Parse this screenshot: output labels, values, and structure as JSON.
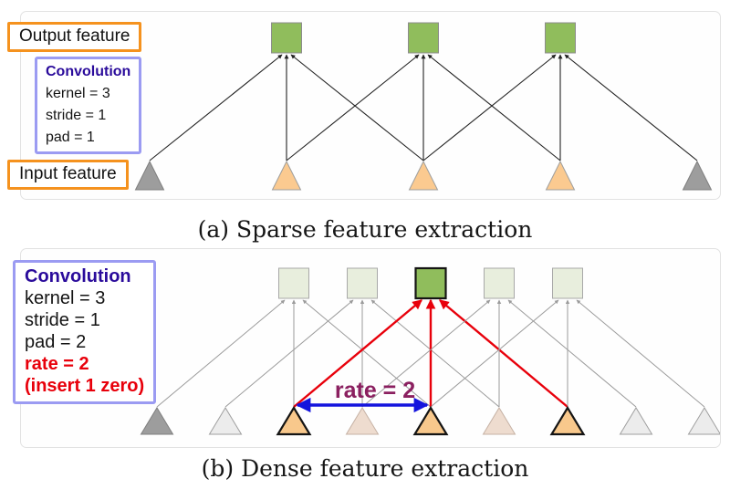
{
  "panel_a": {
    "caption": "(a) Sparse feature extraction",
    "labels": {
      "output_feature": "Output feature",
      "input_feature": "Input feature",
      "conv_title": "Convolution",
      "conv_params": [
        "kernel = 3",
        "stride = 1",
        "pad = 1"
      ]
    },
    "diagram": {
      "input_styles": [
        "gray",
        "orange",
        "orange",
        "orange",
        "gray"
      ],
      "output_aligned_inputs": [
        1,
        2,
        3
      ],
      "output_styles": [
        "green",
        "green",
        "green"
      ],
      "kernel_offsets": [
        -1,
        0,
        1
      ],
      "edge_color": "#222222",
      "edge_width": 1.1
    }
  },
  "panel_b": {
    "caption": "(b) Dense feature extraction",
    "labels": {
      "conv_title": "Convolution",
      "conv_params": [
        "kernel = 3",
        "stride = 1",
        "pad = 2"
      ],
      "conv_params_red": [
        "rate = 2",
        "(insert 1 zero)"
      ],
      "rate_annotation": "rate = 2"
    },
    "diagram": {
      "input_styles": [
        "gray",
        "lightgray",
        "orange_hl",
        "pink",
        "orange_hl",
        "pink",
        "orange_hl",
        "lightgray",
        "lightgray"
      ],
      "output_aligned_inputs": [
        2,
        3,
        4,
        5,
        6
      ],
      "output_styles": [
        "faded_green",
        "faded_green",
        "green_hl",
        "faded_green",
        "faded_green"
      ],
      "highlight_output": 2,
      "kernel_offsets": [
        -2,
        0,
        2
      ],
      "edge_color": "#9b9b9b",
      "edge_width": 1,
      "highlight_edge_color": "#e8000b",
      "highlight_edge_width": 2.4,
      "rate_arrow": {
        "from_input": 2,
        "to_input": 4,
        "color": "#1414dd"
      },
      "rate_text_color": "#8b2060"
    }
  },
  "node_styles": {
    "gray": {
      "fill": "#9d9d9d",
      "stroke": "#7f7f7f",
      "sw": 1
    },
    "lightgray": {
      "fill": "#ececec",
      "stroke": "#9f9f9f",
      "sw": 1
    },
    "orange": {
      "fill": "#fbca90",
      "stroke": "#9e9e9e",
      "sw": 1
    },
    "orange_hl": {
      "fill": "#f8c88c",
      "stroke": "#141414",
      "sw": 2.2
    },
    "pink": {
      "fill": "#eedccf",
      "stroke": "#c6b2a5",
      "sw": 1
    },
    "green": {
      "fill": "#90bd5c",
      "stroke": "#8c8c8c",
      "sw": 1
    },
    "green_hl": {
      "fill": "#90bd5c",
      "stroke": "#141414",
      "sw": 2.2
    },
    "faded_green": {
      "fill": "#e8eedd",
      "stroke": "#a8a8a8",
      "sw": 1
    }
  },
  "accent_colors": {
    "label_box_border": "#f5921e",
    "conv_box_border": "#9b9bf2",
    "conv_title": "#2a0b9b",
    "red": "#e8000b",
    "blue": "#1414dd",
    "rate_text": "#8b2060"
  }
}
